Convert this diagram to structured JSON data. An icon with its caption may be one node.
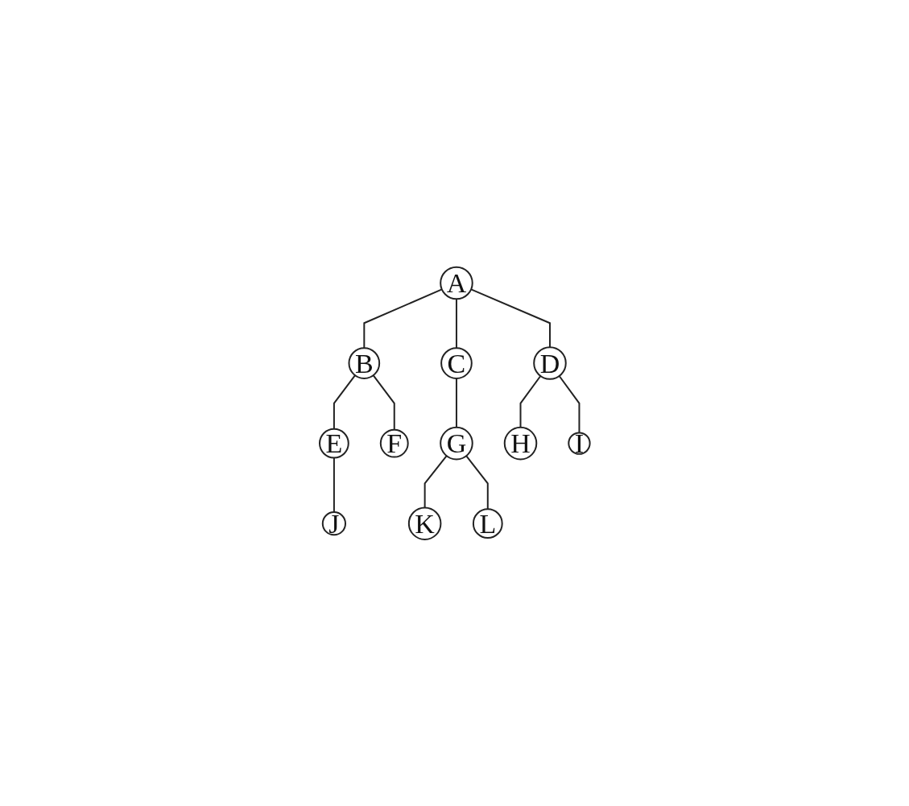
{
  "diagram": {
    "nodes": [
      {
        "text": [
          "A"
        ]
      },
      {
        "text": [
          "B"
        ]
      },
      {
        "text": [
          "C"
        ]
      },
      {
        "text": [
          "D"
        ]
      },
      {
        "text": [
          "E"
        ]
      },
      {
        "text": [
          "F"
        ]
      },
      {
        "text": [
          "G"
        ]
      },
      {
        "text": [
          "H"
        ]
      },
      {
        "text": [
          "I"
        ]
      },
      {
        "text": [
          "J"
        ]
      },
      {
        "text": [
          "K"
        ]
      },
      {
        "text": [
          "L"
        ]
      }
    ],
    "edges": [
      {
        "from": 0,
        "to": 1,
        "arrow": "none"
      },
      {
        "from": 0,
        "to": 2,
        "arrow": "none"
      },
      {
        "from": 0,
        "to": 3,
        "arrow": "none"
      },
      {
        "from": 1,
        "to": 4,
        "arrow": "none"
      },
      {
        "from": 1,
        "to": 5,
        "arrow": "none"
      },
      {
        "from": 2,
        "to": 6,
        "arrow": "none"
      },
      {
        "from": 3,
        "to": 7,
        "arrow": "none"
      },
      {
        "from": 3,
        "to": 8,
        "arrow": "none"
      },
      {
        "from": 4,
        "to": 9,
        "arrow": "none"
      },
      {
        "from": 6,
        "to": 10,
        "arrow": "none"
      },
      {
        "from": 6,
        "to": 11,
        "arrow": "none"
      }
    ]
  }
}
